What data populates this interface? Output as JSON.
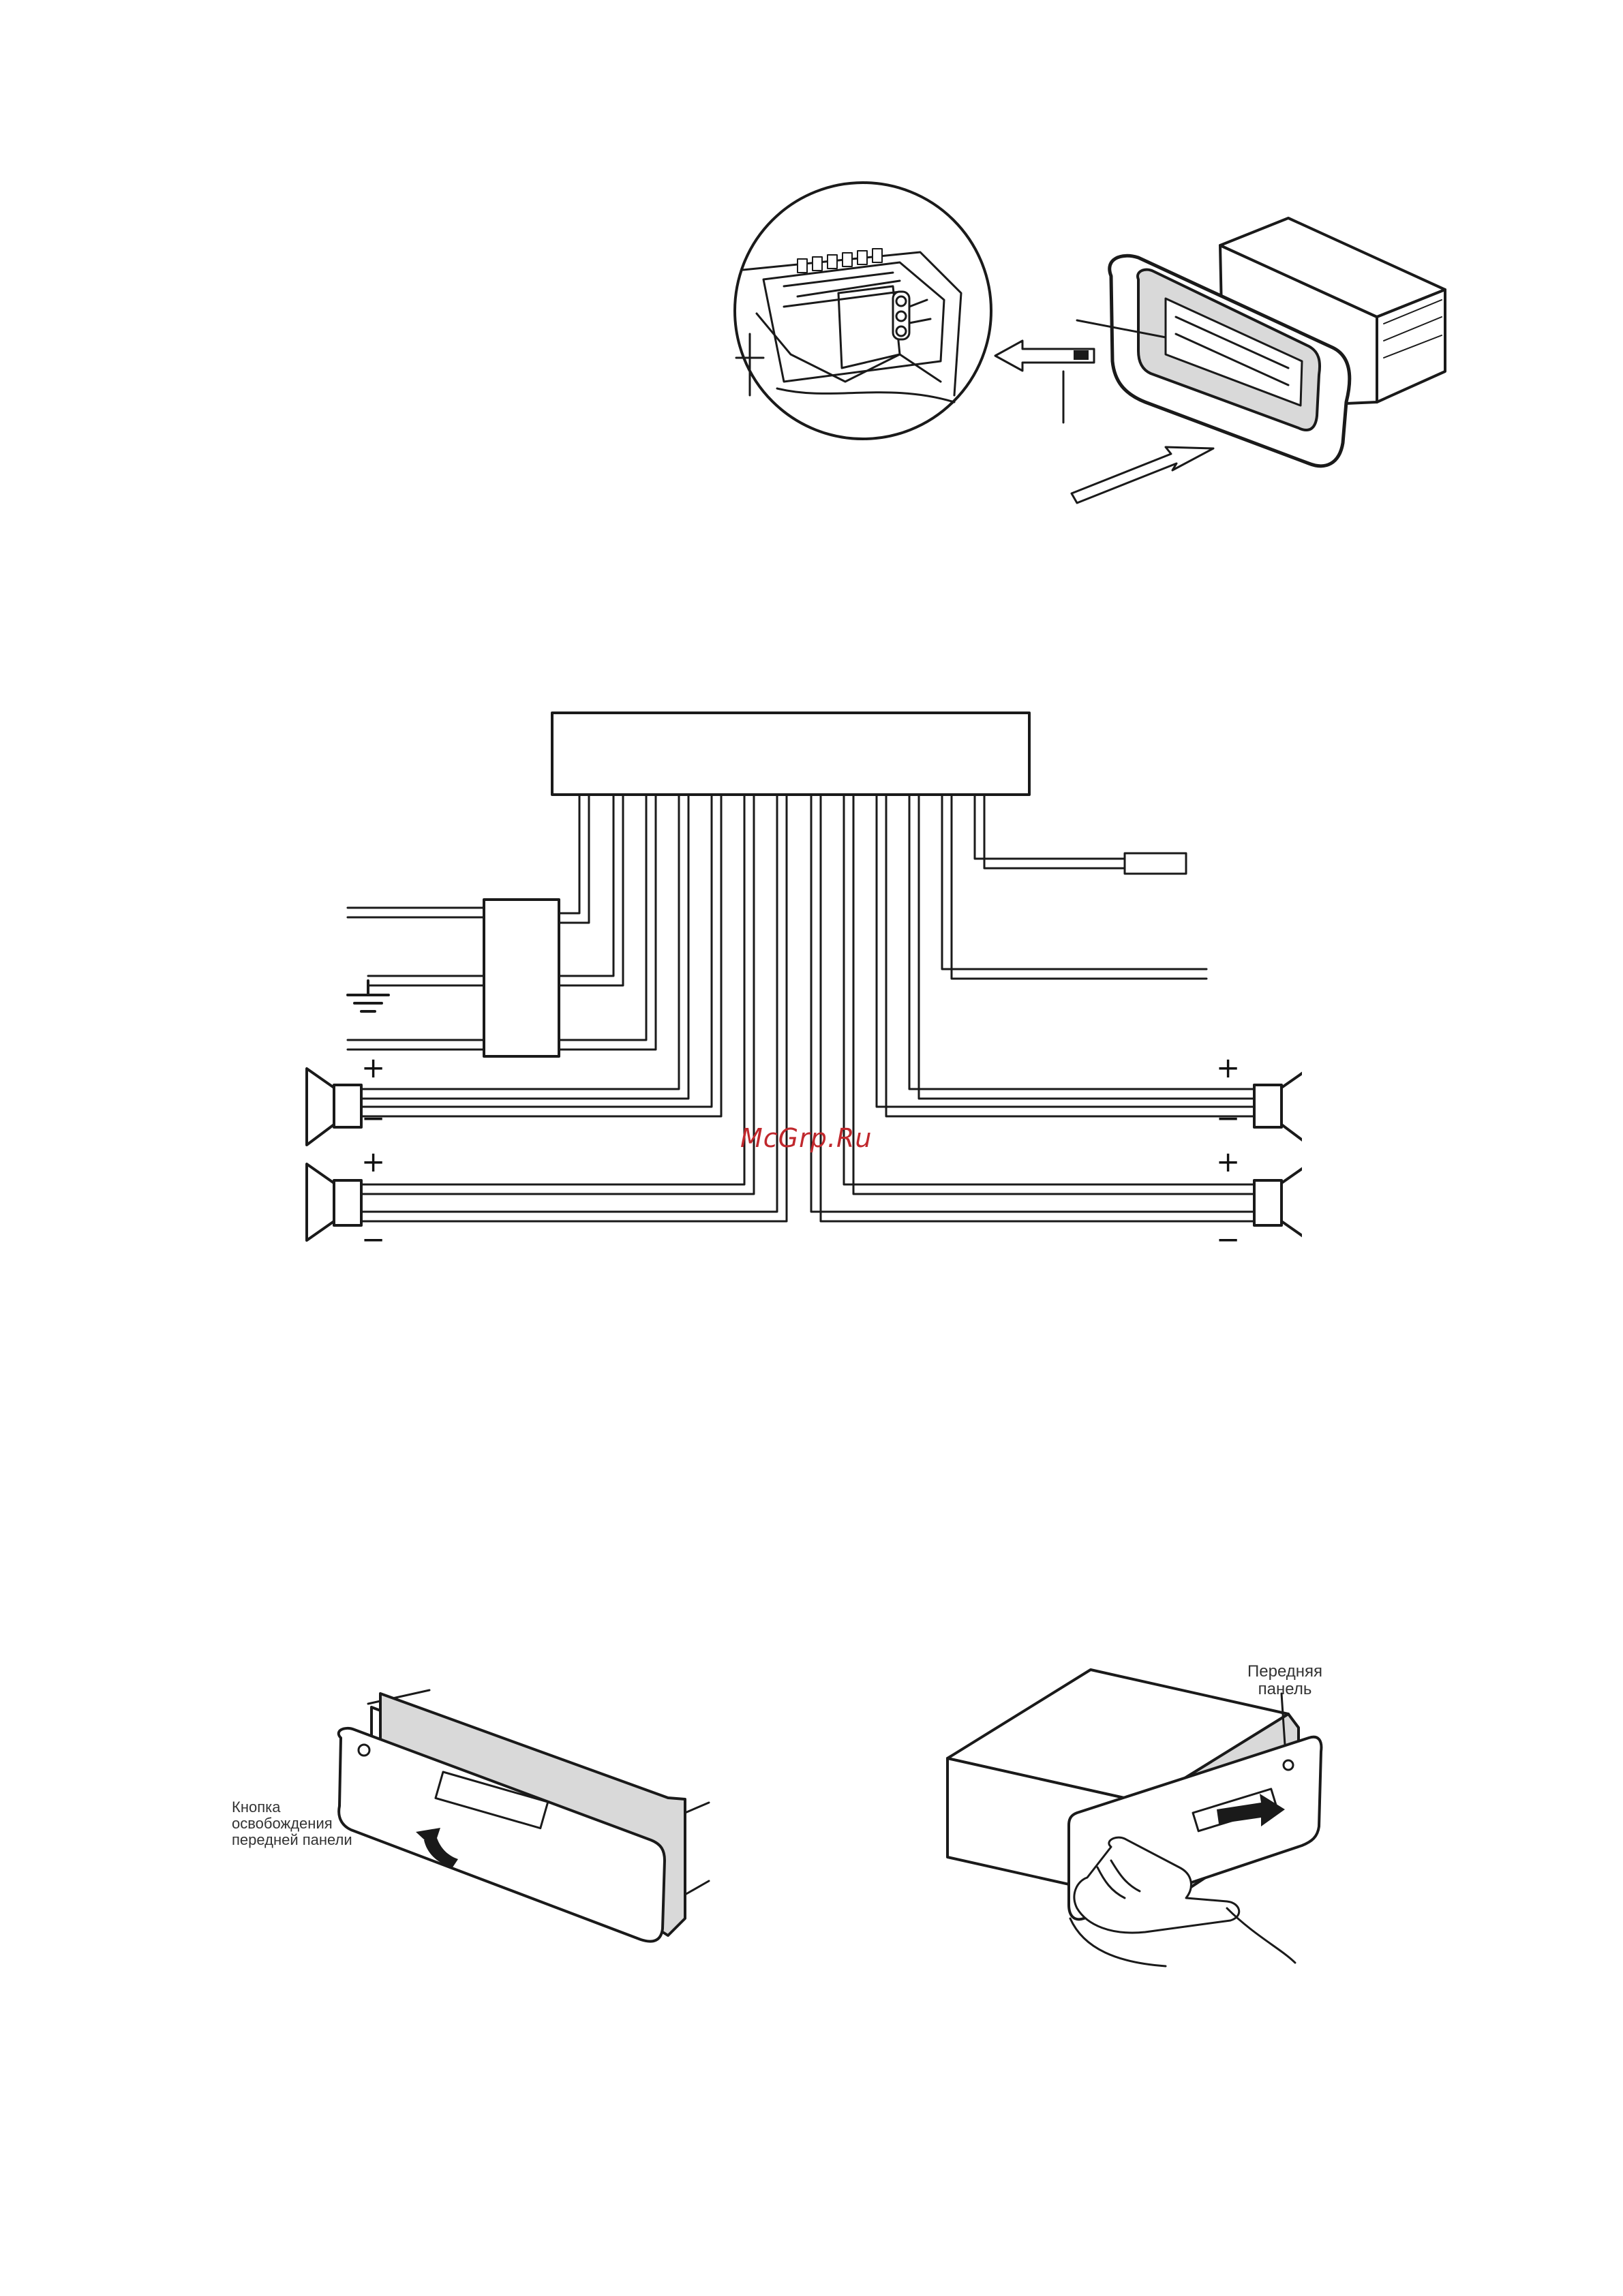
{
  "watermark": "McGrp.Ru",
  "wiring": {
    "signs": {
      "plus": "+",
      "minus": "−"
    }
  },
  "labels": {
    "release_button": [
      "Кнопка",
      "освобождения",
      "передней панели"
    ],
    "front_panel": [
      "Передняя",
      "панель"
    ]
  },
  "colors": {
    "line": "#1a1a1a",
    "watermark": "#c0282d",
    "background": "#ffffff"
  },
  "icons": [
    "ground-icon",
    "speaker-icon",
    "arrow-icon",
    "hand-icon"
  ]
}
